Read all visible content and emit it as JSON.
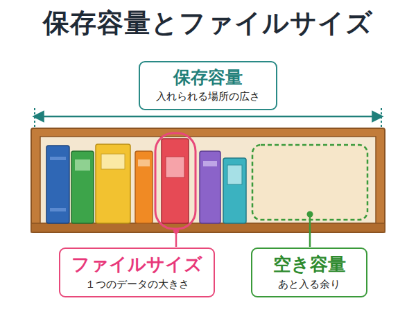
{
  "diagram": {
    "title": "保存容量とファイルサイズ",
    "nodes": [
      {
        "text": [
          "保存容量",
          "入れられる場所の広さ"
        ]
      },
      {
        "text": [
          "ファイルサイズ",
          "１つのデータの大きさ"
        ]
      },
      {
        "text": [
          "空き容量",
          "あと入る余り"
        ]
      }
    ]
  }
}
